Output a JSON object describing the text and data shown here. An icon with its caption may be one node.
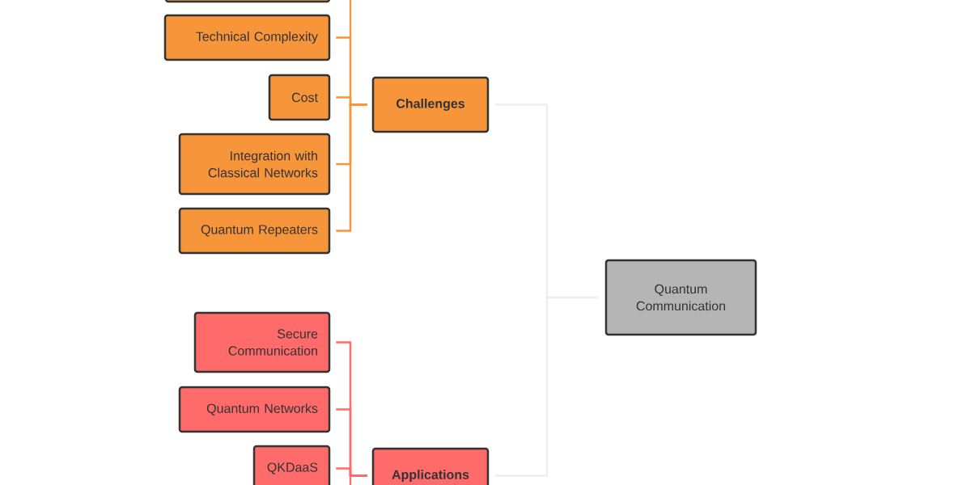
{
  "diagram": {
    "nodes": [
      {
        "text": [
          "Quantum Communication"
        ]
      },
      {
        "text": [
          "Challenges"
        ]
      },
      {
        "text": [],
        "shape": "box"
      },
      {
        "text": [
          "Technical Complexity"
        ]
      },
      {
        "text": [
          "Cost"
        ]
      },
      {
        "text": [
          "Integration with Classical Networks"
        ]
      },
      {
        "text": [
          "Quantum Repeaters"
        ]
      },
      {
        "text": [
          "Applications"
        ]
      },
      {
        "text": [
          "Secure Communication"
        ]
      },
      {
        "text": [
          "Quantum Networks"
        ]
      },
      {
        "text": [
          "QKDaaS"
        ]
      }
    ],
    "edges": [
      {
        "from": 1,
        "to": 0,
        "arrow": "none",
        "color": "#eeeeee"
      },
      {
        "from": 3,
        "to": 1,
        "arrow": "none",
        "color": "#f7953a"
      },
      {
        "from": 4,
        "to": 1,
        "arrow": "none",
        "color": "#f7953a"
      },
      {
        "from": 5,
        "to": 1,
        "arrow": "none",
        "color": "#f7953a"
      },
      {
        "from": 6,
        "to": 1,
        "arrow": "none",
        "color": "#f7953a"
      },
      {
        "from": 7,
        "to": 0,
        "arrow": "none",
        "color": "#eeeeee"
      },
      {
        "from": 8,
        "to": 7,
        "arrow": "none",
        "color": "#ff6b6b"
      },
      {
        "from": 9,
        "to": 7,
        "arrow": "none",
        "color": "#ff6b6b"
      },
      {
        "from": 10,
        "to": 7,
        "arrow": "none",
        "color": "#ff6b6b"
      }
    ]
  }
}
